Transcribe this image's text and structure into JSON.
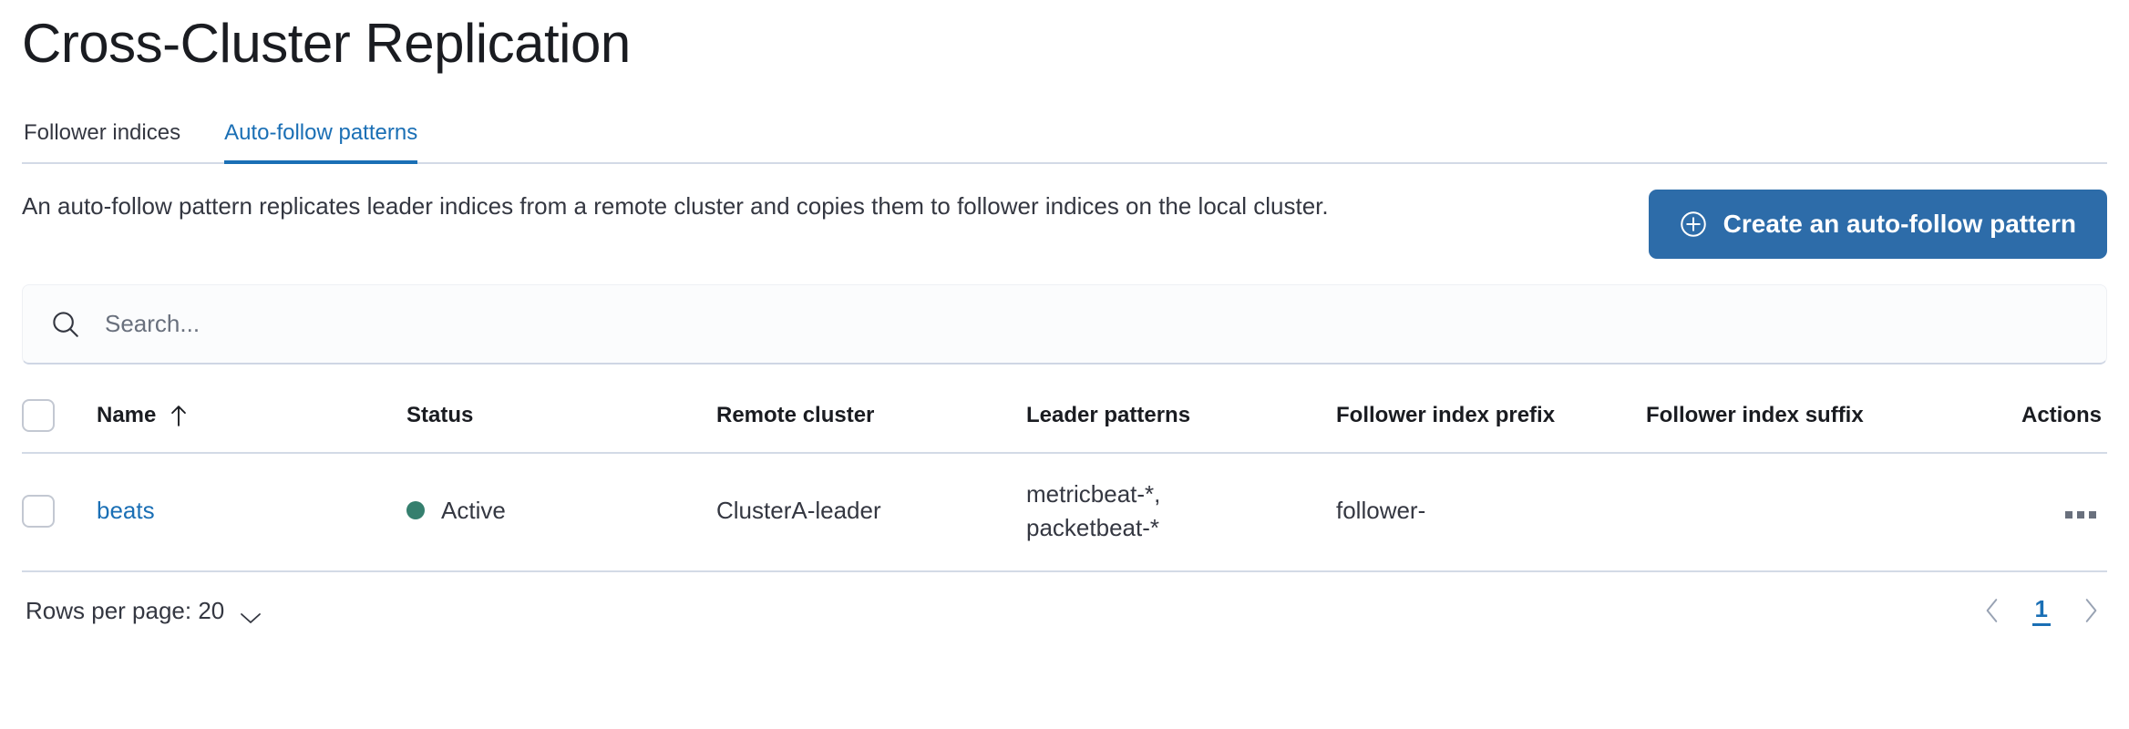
{
  "page": {
    "title": "Cross-Cluster Replication"
  },
  "tabs": [
    {
      "label": "Follower indices",
      "active": false
    },
    {
      "label": "Auto-follow patterns",
      "active": true
    }
  ],
  "description": "An auto-follow pattern replicates leader indices from a remote cluster and copies them to follower indices on the local cluster.",
  "cta": {
    "label": "Create an auto-follow pattern",
    "icon": "plus-in-circle-icon",
    "color": "#2d6ca9"
  },
  "search": {
    "value": "",
    "placeholder": "Search...",
    "icon": "search-icon"
  },
  "table": {
    "columns": [
      "Name",
      "Status",
      "Remote cluster",
      "Leader patterns",
      "Follower index prefix",
      "Follower index suffix",
      "Actions"
    ],
    "sort": {
      "column": "Name",
      "direction": "asc",
      "icon": "arrow-up-icon"
    },
    "rows": [
      {
        "name": "beats",
        "status": "Active",
        "status_color": "#357f6e",
        "remote_cluster": "ClusterA-leader",
        "leader_patterns_line1": "metricbeat-*,",
        "leader_patterns_line2": "packetbeat-*",
        "follower_index_prefix": "follower-",
        "follower_index_suffix": "",
        "actions_icon": "more-actions-icon"
      }
    ]
  },
  "footer": {
    "rows_per_page_label": "Rows per page: 20",
    "pagination": {
      "prev_icon": "chevron-left-icon",
      "next_icon": "chevron-right-icon",
      "current_page": "1"
    }
  },
  "colors": {
    "link": "#1a6fb5",
    "border": "#d3dae6",
    "text": "#343741"
  }
}
